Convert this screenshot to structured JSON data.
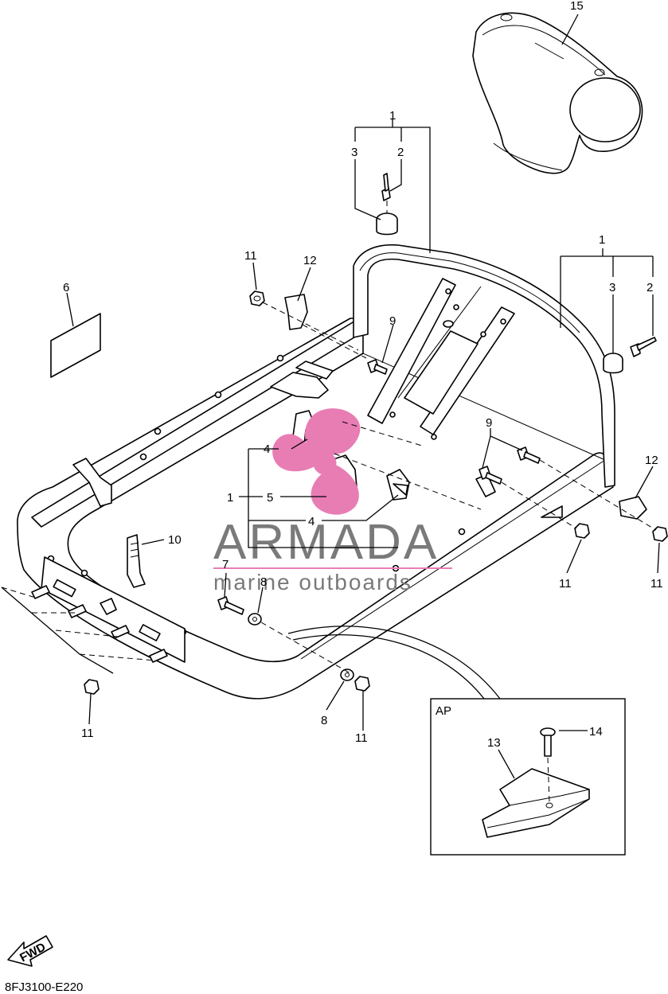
{
  "callouts": {
    "c15": "15",
    "c1_top": "1",
    "c3_top": "3",
    "c2_top": "2",
    "c11_a": "11",
    "c12_a": "12",
    "c6": "6",
    "c9_a": "9",
    "c1_right": "1",
    "c3_right": "3",
    "c2_right": "2",
    "c9_b": "9",
    "c12_b": "12",
    "c4_a": "4",
    "c1_mid": "1",
    "c5": "5",
    "c4_b": "4",
    "c10": "10",
    "c7": "7",
    "c8_a": "8",
    "c11_b": "11",
    "c11_c": "11",
    "c11_d": "11",
    "c8_b": "8",
    "c11_e": "11",
    "c13": "13",
    "c14": "14"
  },
  "inset": {
    "title": "AP"
  },
  "watermark": {
    "brand": "ARMADA",
    "tagline": "marine outboards",
    "color": "#e87db4"
  },
  "fwd_arrow": {
    "label": "FWD"
  },
  "drawing_code": "8FJ3100-E220"
}
